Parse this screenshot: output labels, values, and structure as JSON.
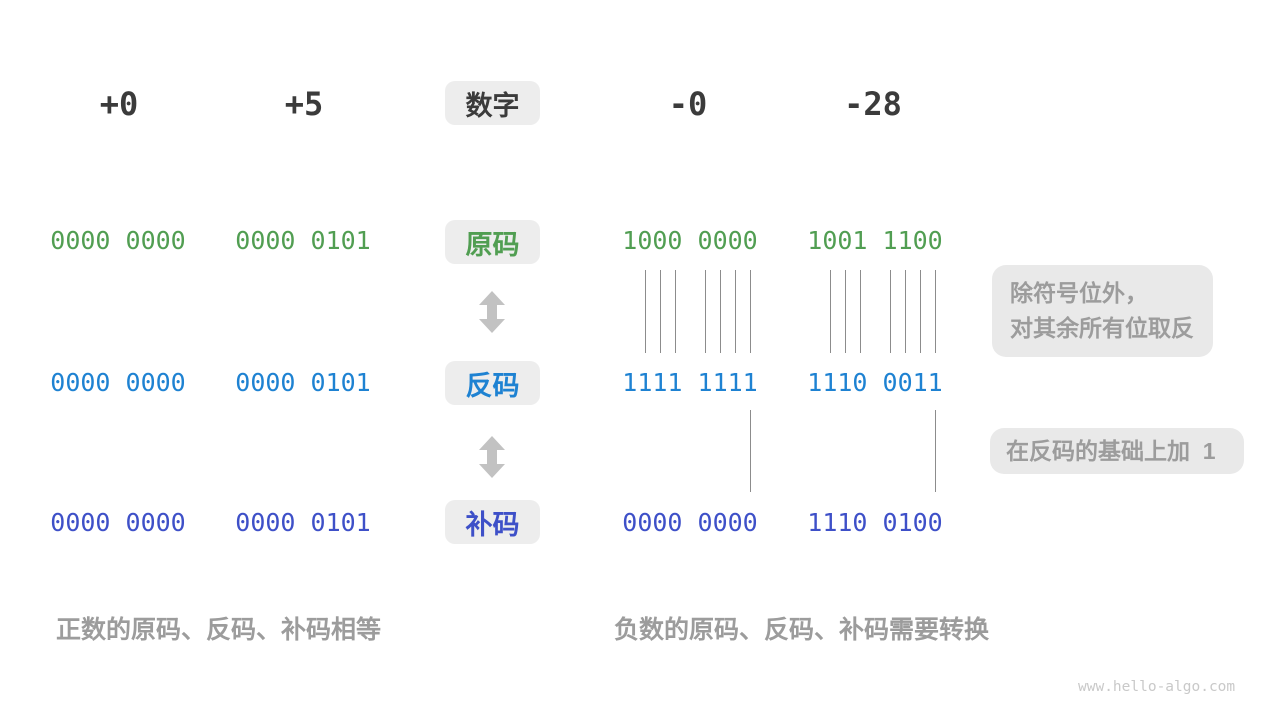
{
  "title_row": {
    "numbers": [
      "+0",
      "+5",
      "-0",
      "-28"
    ],
    "badge_label": "数字"
  },
  "code_rows": [
    {
      "id": "sign-magnitude",
      "badge_label": "原码",
      "color": "#519E52",
      "values": [
        "0000 0000",
        "0000 0101",
        "1000 0000",
        "1001 1100"
      ]
    },
    {
      "id": "ones-complement",
      "badge_label": "反码",
      "color": "#1E82D2",
      "values": [
        "0000 0000",
        "0000 0101",
        "1111 1111",
        "1110 0011"
      ]
    },
    {
      "id": "twos-complement",
      "badge_label": "补码",
      "color": "#3E50C8",
      "values": [
        "0000 0000",
        "0000 0101",
        "0000 0000",
        "1110 0100"
      ]
    }
  ],
  "notes": [
    {
      "lines": [
        "除符号位外，",
        "对其余所有位取反"
      ]
    },
    {
      "lines": [
        "在反码的基础上加  1"
      ]
    }
  ],
  "captions": {
    "left": "正数的原码、反码、补码相等",
    "right": "负数的原码、反码、补码需要转换"
  },
  "watermark": "www.hello-algo.com",
  "colors": {
    "header_text": "#3B3B3B",
    "badge_bg": "#EDEDED",
    "note_bg": "#E9E9E9",
    "muted_text": "#9C9C9C",
    "arrow": "#C2C2C2",
    "bit_line": "#8C8C8C",
    "watermark_text": "#C9C9C9"
  }
}
